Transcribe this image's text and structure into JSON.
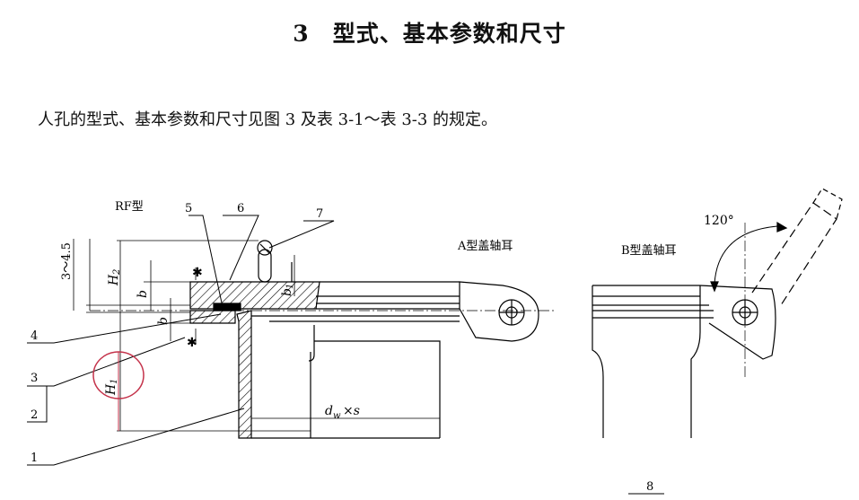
{
  "heading": {
    "number": "3",
    "title": "型式、基本参数和尺寸"
  },
  "intro_text": "人孔的型式、基本参数和尺寸见图 3 及表 3-1～表 3-3 的规定。",
  "figure": {
    "rf_type_label": "RF型",
    "a_type_label": "A型盖轴耳",
    "b_type_label": "B型盖轴耳",
    "angle_label": "120°",
    "dimension_labels": {
      "offset": "3～4.5",
      "h2": "H",
      "h2_sub": "2",
      "h1": "H",
      "h1_sub": "1",
      "b_upper": "b",
      "b_lower": "b",
      "b1": "b",
      "b1_sub": "1",
      "dw_s": "×s",
      "dw": "d",
      "dw_sub": "w"
    },
    "part_numbers": [
      "1",
      "2",
      "3",
      "4",
      "5",
      "6",
      "7",
      "8"
    ]
  }
}
